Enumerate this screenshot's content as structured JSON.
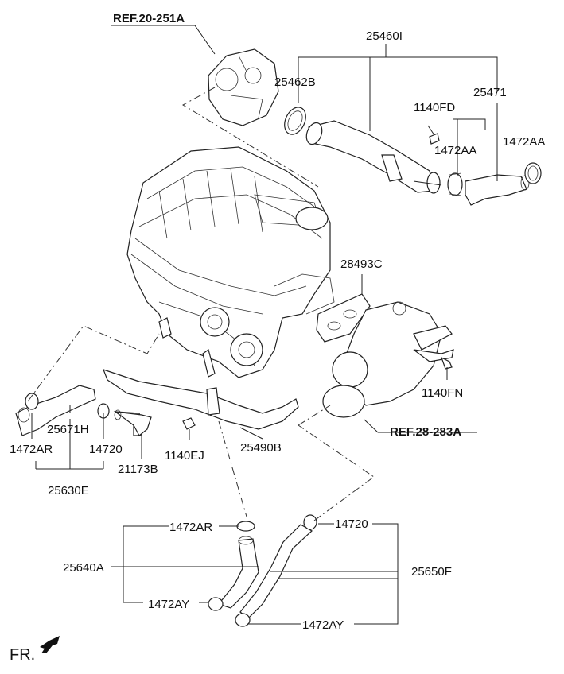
{
  "refs": {
    "ref_top": "REF.20-251A",
    "ref_right": "REF.28-283A"
  },
  "labels": {
    "p25460I": "25460I",
    "p25462B": "25462B",
    "p25471": "25471",
    "p1140FD": "1140FD",
    "p1472AA_a": "1472AA",
    "p1472AA_b": "1472AA",
    "p28493C": "28493C",
    "p1140FN": "1140FN",
    "p1472AR_left": "1472AR",
    "p25671H": "25671H",
    "p14720_left": "14720",
    "p21173B": "21173B",
    "p1140EJ": "1140EJ",
    "p25490B": "25490B",
    "p25630E": "25630E",
    "p1472AR_bottom": "1472AR",
    "p14720_bottom": "14720",
    "p25640A": "25640A",
    "p25650F": "25650F",
    "p1472AY_left": "1472AY",
    "p1472AY_right": "1472AY"
  },
  "orientation": {
    "fr_label": "FR.",
    "arrow_icon": "front-direction-arrow-icon"
  }
}
